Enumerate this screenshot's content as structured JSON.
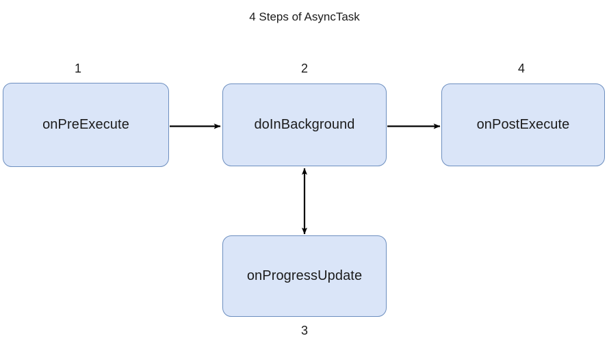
{
  "diagram": {
    "title": "4 Steps of AsyncTask",
    "background_color": "#ffffff",
    "node_fill_color": "#dae5f8",
    "node_border_color": "#6c8ebf",
    "text_color": "#1b1b1b",
    "edge_color": "#000000",
    "nodes": [
      {
        "id": "onPreExecute",
        "label": "onPreExecute",
        "step": "1",
        "step_position": "above"
      },
      {
        "id": "doInBackground",
        "label": "doInBackground",
        "step": "2",
        "step_position": "above"
      },
      {
        "id": "onProgressUpdate",
        "label": "onProgressUpdate",
        "step": "3",
        "step_position": "below"
      },
      {
        "id": "onPostExecute",
        "label": "onPostExecute",
        "step": "4",
        "step_position": "above"
      }
    ],
    "edges": [
      {
        "from": "onPreExecute",
        "to": "onPostExecute_chain",
        "label": "",
        "arrow": "single",
        "direction": "right"
      },
      {
        "from": "doInBackground",
        "to": "onPostExecute",
        "label": "",
        "arrow": "single",
        "direction": "right"
      },
      {
        "from": "doInBackground",
        "to": "onProgressUpdate",
        "label": "",
        "arrow": "double",
        "direction": "vertical"
      }
    ]
  }
}
